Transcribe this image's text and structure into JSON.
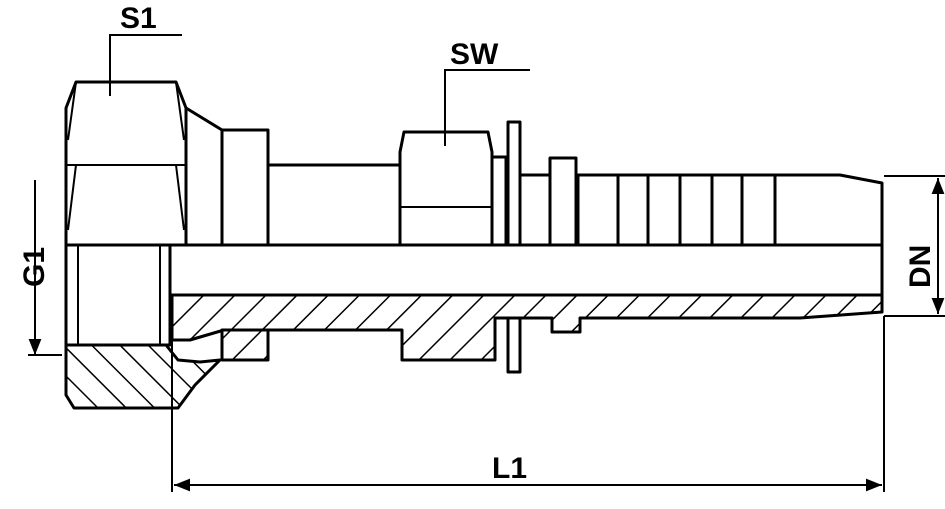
{
  "drawing": {
    "labels": {
      "s1": "S1",
      "sw": "SW",
      "g1": "G1",
      "dn": "DN",
      "l1": "L1"
    }
  }
}
